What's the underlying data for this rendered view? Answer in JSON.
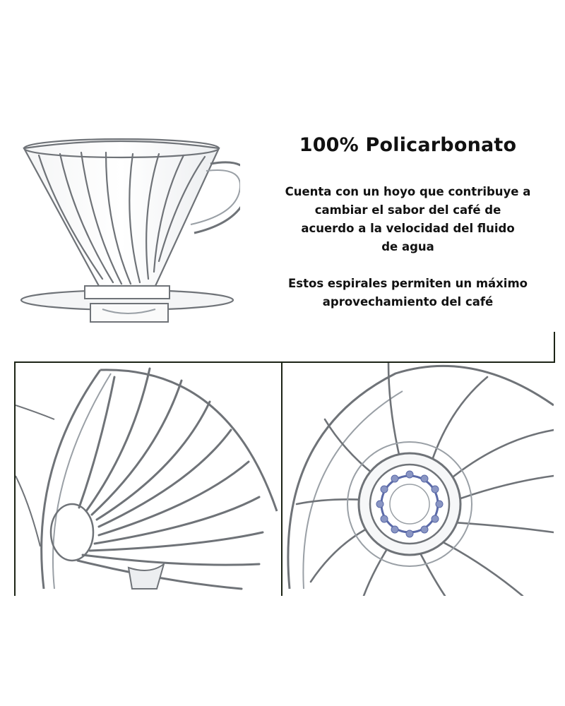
{
  "headline": "100% Policarbonato",
  "paragraphs": [
    {
      "lines": [
        "Cuenta con un hoyo que contribuye a",
        "cambiar el sabor del café de",
        "acuerdo a la velocidad del fluido",
        "de agua"
      ]
    },
    {
      "lines": [
        "Estos espirales permiten un máximo",
        "aprovechamiento del café"
      ]
    }
  ],
  "colors": {
    "plastic_stroke": "#6f7378",
    "plastic_light": "#c9ccd0",
    "rule": "#1c2416",
    "hole_tint": "#5b6aa8"
  }
}
